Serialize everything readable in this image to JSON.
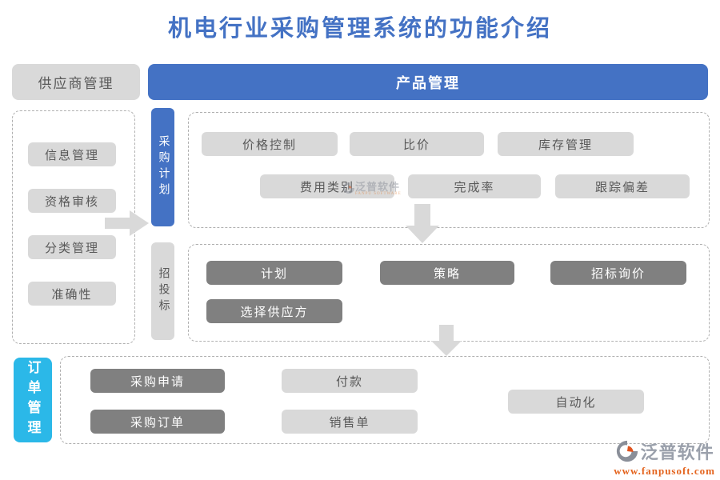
{
  "title": "机电行业采购管理系统的功能介绍",
  "colors": {
    "accent_blue": "#4472C4",
    "cyan_tab": "#2BB8E8",
    "node_light_gray": "#D9D9D9",
    "node_dark_gray": "#808080",
    "node_text_gray": "#595959",
    "logo_gray": "#9AA0AB",
    "logo_orange": "#E4641E"
  },
  "supplier": {
    "header": "供应商管理",
    "items": [
      "信息管理",
      "资格审核",
      "分类管理",
      "准确性"
    ]
  },
  "product_header": "产品管理",
  "sections": {
    "purchase_plan": {
      "tab": "采购计划",
      "buttons": [
        "价格控制",
        "比价",
        "库存管理",
        "费用类别",
        "完成率",
        "跟踪偏差"
      ]
    },
    "bidding": {
      "tab": "招投标",
      "buttons": [
        "计划",
        "策略",
        "招标询价",
        "选择供应方"
      ]
    },
    "order": {
      "tab": "订单管理",
      "buttons": [
        "采购申请",
        "付款",
        "自动化",
        "采购订单",
        "销售单"
      ]
    }
  },
  "watermark": {
    "text": "泛普软件",
    "subtext": "FANPU SOFTWARE"
  },
  "logo": {
    "brand": "泛普软件",
    "website": "www.fanpusoft.com"
  }
}
